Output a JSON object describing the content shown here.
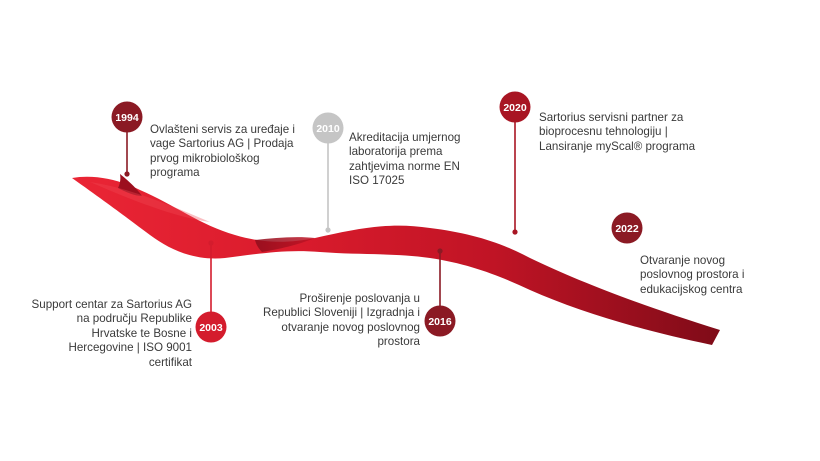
{
  "colors": {
    "ribbon_light": "#e11a2b",
    "ribbon_dark": "#8e0d1c",
    "milestone_dark": "#8b1a24",
    "milestone_red": "#d41c2d",
    "milestone_grey": "#c5c5c5",
    "text": "#3a3a3a"
  },
  "milestones": [
    {
      "year": "1994",
      "color": "#8b1a24",
      "text": "Ovlašteni servis za uređaje i vage Sartorius AG | Prodaja prvog mikrobiološkog programa"
    },
    {
      "year": "2003",
      "color": "#d41c2d",
      "text": "Support centar za Sartorius AG na području Republike Hrvatske te Bosne i Hercegovine | ISO 9001 certifikat"
    },
    {
      "year": "2010",
      "color": "#c5c5c5",
      "text": "Akreditacija umjernog laboratorija prema zahtjevima norme EN ISO 17025"
    },
    {
      "year": "2016",
      "color": "#8b1a24",
      "text": "Proširenje poslovanja u Republici Sloveniji | Izgradnja i otvaranje novog poslovnog prostora"
    },
    {
      "year": "2020",
      "color": "#a81523",
      "text": "Sartorius servisni partner za bioprocesnu tehnologiju | Lansiranje myScal® programa"
    },
    {
      "year": "2022",
      "color": "#8b1a24",
      "text": "Otvaranje novog poslovnog prostora i edukacijskog centra"
    }
  ]
}
